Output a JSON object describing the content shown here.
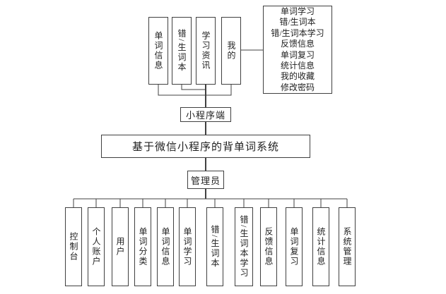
{
  "title": "基于微信小程序的背单词系统",
  "mini_program": {
    "label": "小程序端",
    "modules": [
      "单词信息",
      "错/生词本",
      "学习资讯",
      "我的"
    ],
    "profile_features": [
      "单词学习",
      "错/生词本",
      "错/生词本学习",
      "反馈信息",
      "单词复习",
      "统计信息",
      "我的收藏",
      "修改密码"
    ]
  },
  "admin": {
    "label": "管理员",
    "modules": [
      "控制台",
      "个人账户",
      "用户",
      "单词分类",
      "单词信息",
      "单词学习",
      "错/生词本",
      "错/生词本学习",
      "反馈信息",
      "单词复习",
      "统计信息",
      "系统管理"
    ]
  },
  "colors": {
    "line": "#404040",
    "background": "#ffffff",
    "text": "#1f1f1f"
  }
}
